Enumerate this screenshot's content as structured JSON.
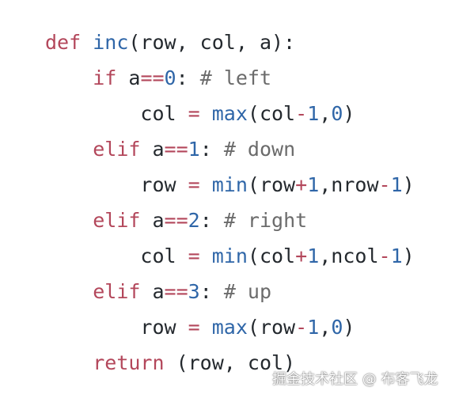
{
  "code": {
    "lines": [
      [
        {
          "t": "def",
          "c": "kw"
        },
        {
          "t": " ",
          "c": "tx"
        },
        {
          "t": "inc",
          "c": "fn"
        },
        {
          "t": "(row, col, a):",
          "c": "tx"
        }
      ],
      [
        {
          "t": "    ",
          "c": "tx"
        },
        {
          "t": "if",
          "c": "kw"
        },
        {
          "t": " a",
          "c": "tx"
        },
        {
          "t": "==",
          "c": "op"
        },
        {
          "t": "0",
          "c": "num"
        },
        {
          "t": ": ",
          "c": "tx"
        },
        {
          "t": "# left",
          "c": "cm"
        }
      ],
      [
        {
          "t": "        col ",
          "c": "tx"
        },
        {
          "t": "=",
          "c": "op"
        },
        {
          "t": " ",
          "c": "tx"
        },
        {
          "t": "max",
          "c": "fn"
        },
        {
          "t": "(col",
          "c": "tx"
        },
        {
          "t": "-",
          "c": "op"
        },
        {
          "t": "1",
          "c": "num"
        },
        {
          "t": ",",
          "c": "tx"
        },
        {
          "t": "0",
          "c": "num"
        },
        {
          "t": ")",
          "c": "tx"
        }
      ],
      [
        {
          "t": "    ",
          "c": "tx"
        },
        {
          "t": "elif",
          "c": "kw"
        },
        {
          "t": " a",
          "c": "tx"
        },
        {
          "t": "==",
          "c": "op"
        },
        {
          "t": "1",
          "c": "num"
        },
        {
          "t": ": ",
          "c": "tx"
        },
        {
          "t": "# down",
          "c": "cm"
        }
      ],
      [
        {
          "t": "        row ",
          "c": "tx"
        },
        {
          "t": "=",
          "c": "op"
        },
        {
          "t": " ",
          "c": "tx"
        },
        {
          "t": "min",
          "c": "fn"
        },
        {
          "t": "(row",
          "c": "tx"
        },
        {
          "t": "+",
          "c": "op"
        },
        {
          "t": "1",
          "c": "num"
        },
        {
          "t": ",nrow",
          "c": "tx"
        },
        {
          "t": "-",
          "c": "op"
        },
        {
          "t": "1",
          "c": "num"
        },
        {
          "t": ")",
          "c": "tx"
        }
      ],
      [
        {
          "t": "    ",
          "c": "tx"
        },
        {
          "t": "elif",
          "c": "kw"
        },
        {
          "t": " a",
          "c": "tx"
        },
        {
          "t": "==",
          "c": "op"
        },
        {
          "t": "2",
          "c": "num"
        },
        {
          "t": ": ",
          "c": "tx"
        },
        {
          "t": "# right",
          "c": "cm"
        }
      ],
      [
        {
          "t": "        col ",
          "c": "tx"
        },
        {
          "t": "=",
          "c": "op"
        },
        {
          "t": " ",
          "c": "tx"
        },
        {
          "t": "min",
          "c": "fn"
        },
        {
          "t": "(col",
          "c": "tx"
        },
        {
          "t": "+",
          "c": "op"
        },
        {
          "t": "1",
          "c": "num"
        },
        {
          "t": ",ncol",
          "c": "tx"
        },
        {
          "t": "-",
          "c": "op"
        },
        {
          "t": "1",
          "c": "num"
        },
        {
          "t": ")",
          "c": "tx"
        }
      ],
      [
        {
          "t": "    ",
          "c": "tx"
        },
        {
          "t": "elif",
          "c": "kw"
        },
        {
          "t": " a",
          "c": "tx"
        },
        {
          "t": "==",
          "c": "op"
        },
        {
          "t": "3",
          "c": "num"
        },
        {
          "t": ": ",
          "c": "tx"
        },
        {
          "t": "# up",
          "c": "cm"
        }
      ],
      [
        {
          "t": "        row ",
          "c": "tx"
        },
        {
          "t": "=",
          "c": "op"
        },
        {
          "t": " ",
          "c": "tx"
        },
        {
          "t": "max",
          "c": "fn"
        },
        {
          "t": "(row",
          "c": "tx"
        },
        {
          "t": "-",
          "c": "op"
        },
        {
          "t": "1",
          "c": "num"
        },
        {
          "t": ",",
          "c": "tx"
        },
        {
          "t": "0",
          "c": "num"
        },
        {
          "t": ")",
          "c": "tx"
        }
      ],
      [
        {
          "t": "    ",
          "c": "tx"
        },
        {
          "t": "return",
          "c": "kw"
        },
        {
          "t": " (row, col)",
          "c": "tx"
        }
      ]
    ]
  },
  "watermark": {
    "text": "掘金技术社区 @ 布客飞龙"
  },
  "colors": {
    "background": "#ffffff",
    "keyword": "#b3475b",
    "builtin": "#2f66a8",
    "number": "#2f66a8",
    "comment": "#6b6b6b",
    "text": "#24292e"
  }
}
